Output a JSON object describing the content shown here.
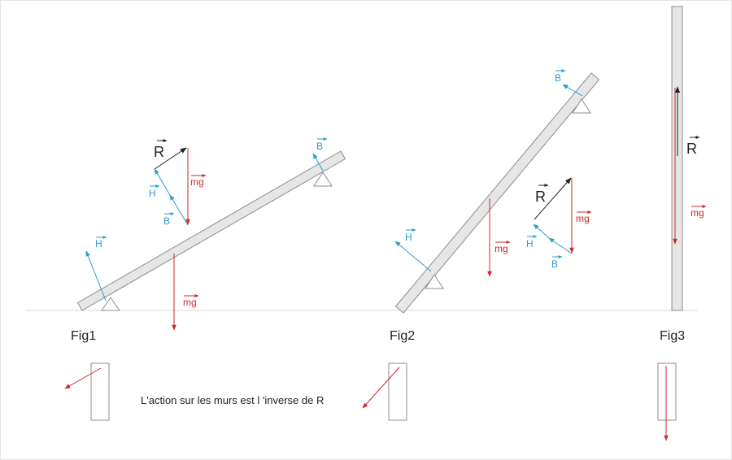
{
  "figures": {
    "fig1": "Fig1",
    "fig2": "Fig2",
    "fig3": "Fig3"
  },
  "labels": {
    "R": "R",
    "H": "H",
    "B": "B",
    "mg": "mg"
  },
  "caption": "L'action sur les murs est l 'inverse de R",
  "colors": {
    "weight": "#d0262c",
    "reaction": "#2a9ad0",
    "resultant": "#222222",
    "beam_fill": "#e6e6e6",
    "beam_stroke": "#8c8c8c",
    "ground": "#d9d9d9"
  }
}
